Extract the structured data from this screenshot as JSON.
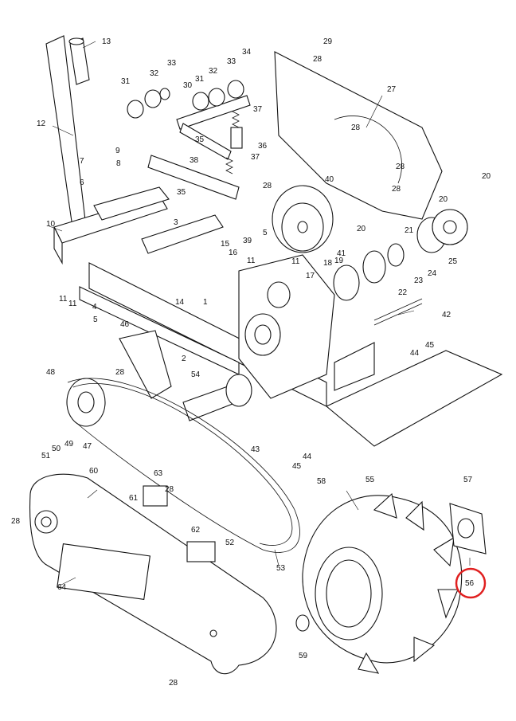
{
  "diagram": {
    "highlight_color": "#e02020",
    "highlighted_part": "56",
    "callouts": [
      {
        "id": "c13",
        "label": "13"
      },
      {
        "id": "c29",
        "label": "29"
      },
      {
        "id": "c28a",
        "label": "28"
      },
      {
        "id": "c27",
        "label": "27"
      },
      {
        "id": "c34",
        "label": "34"
      },
      {
        "id": "c33a",
        "label": "33"
      },
      {
        "id": "c32a",
        "label": "32"
      },
      {
        "id": "c31a",
        "label": "31"
      },
      {
        "id": "c30",
        "label": "30"
      },
      {
        "id": "c31b",
        "label": "31"
      },
      {
        "id": "c32b",
        "label": "32"
      },
      {
        "id": "c33b",
        "label": "33"
      },
      {
        "id": "c37a",
        "label": "37"
      },
      {
        "id": "c36",
        "label": "36"
      },
      {
        "id": "c35a",
        "label": "35"
      },
      {
        "id": "c12",
        "label": "12"
      },
      {
        "id": "c9",
        "label": "9"
      },
      {
        "id": "c8",
        "label": "8"
      },
      {
        "id": "c7",
        "label": "7"
      },
      {
        "id": "c6",
        "label": "6"
      },
      {
        "id": "c38",
        "label": "38"
      },
      {
        "id": "c37b",
        "label": "37"
      },
      {
        "id": "c35b",
        "label": "35"
      },
      {
        "id": "c3",
        "label": "3"
      },
      {
        "id": "c10",
        "label": "10"
      },
      {
        "id": "c28b",
        "label": "28"
      },
      {
        "id": "c5a",
        "label": "5"
      },
      {
        "id": "c28c",
        "label": "28"
      },
      {
        "id": "c40",
        "label": "40"
      },
      {
        "id": "c28d",
        "label": "28"
      },
      {
        "id": "c28e",
        "label": "28"
      },
      {
        "id": "c20a",
        "label": "20"
      },
      {
        "id": "c20b",
        "label": "20"
      },
      {
        "id": "c20c",
        "label": "20"
      },
      {
        "id": "c39",
        "label": "39"
      },
      {
        "id": "c21",
        "label": "21"
      },
      {
        "id": "c15",
        "label": "15"
      },
      {
        "id": "c16",
        "label": "16"
      },
      {
        "id": "c11a",
        "label": "11"
      },
      {
        "id": "c41",
        "label": "41"
      },
      {
        "id": "c19",
        "label": "19"
      },
      {
        "id": "c25",
        "label": "25"
      },
      {
        "id": "c24",
        "label": "24"
      },
      {
        "id": "c23",
        "label": "23"
      },
      {
        "id": "c18",
        "label": "18"
      },
      {
        "id": "c17",
        "label": "17"
      },
      {
        "id": "c22",
        "label": "22"
      },
      {
        "id": "c11b",
        "label": "11"
      },
      {
        "id": "c11c",
        "label": "11"
      },
      {
        "id": "c11d",
        "label": "11"
      },
      {
        "id": "c14",
        "label": "14"
      },
      {
        "id": "c1",
        "label": "1"
      },
      {
        "id": "c4",
        "label": "4"
      },
      {
        "id": "c5b",
        "label": "5"
      },
      {
        "id": "c42",
        "label": "42"
      },
      {
        "id": "c46",
        "label": "46"
      },
      {
        "id": "c45a",
        "label": "45"
      },
      {
        "id": "c44a",
        "label": "44"
      },
      {
        "id": "c2",
        "label": "2"
      },
      {
        "id": "c28f",
        "label": "28"
      },
      {
        "id": "c48",
        "label": "48"
      },
      {
        "id": "c54",
        "label": "54"
      },
      {
        "id": "c51",
        "label": "51"
      },
      {
        "id": "c50",
        "label": "50"
      },
      {
        "id": "c49",
        "label": "49"
      },
      {
        "id": "c47",
        "label": "47"
      },
      {
        "id": "c43",
        "label": "43"
      },
      {
        "id": "c44b",
        "label": "44"
      },
      {
        "id": "c45b",
        "label": "45"
      },
      {
        "id": "c60",
        "label": "60"
      },
      {
        "id": "c63",
        "label": "63"
      },
      {
        "id": "c61",
        "label": "61"
      },
      {
        "id": "c28g",
        "label": "28"
      },
      {
        "id": "c28h",
        "label": "28"
      },
      {
        "id": "c62",
        "label": "62"
      },
      {
        "id": "c52",
        "label": "52"
      },
      {
        "id": "c58",
        "label": "58"
      },
      {
        "id": "c55",
        "label": "55"
      },
      {
        "id": "c57",
        "label": "57"
      },
      {
        "id": "c64",
        "label": "64"
      },
      {
        "id": "c53",
        "label": "53"
      },
      {
        "id": "c56",
        "label": "56"
      },
      {
        "id": "c59",
        "label": "59"
      },
      {
        "id": "c28i",
        "label": "28"
      }
    ]
  }
}
